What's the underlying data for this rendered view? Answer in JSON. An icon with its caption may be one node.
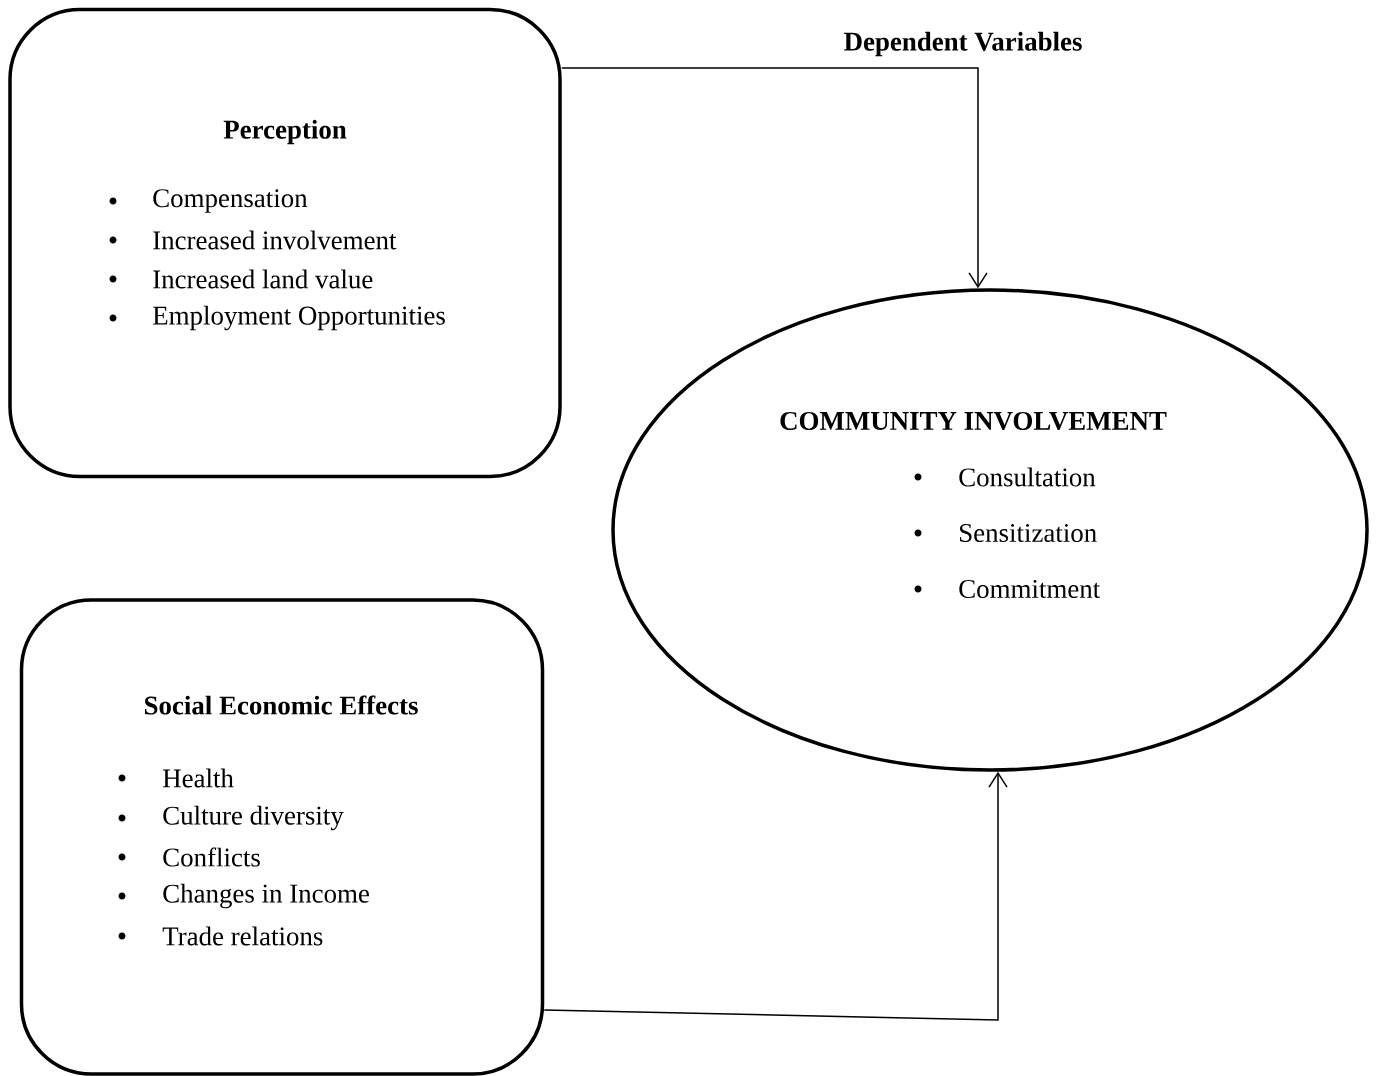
{
  "diagram": {
    "nodes": [
      {
        "text": [
          "Perception",
          "Compensation",
          "Increased involvement",
          "Increased land value",
          "Employment Opportunities"
        ]
      },
      {
        "text": [
          "Social Economic Effects",
          "Health",
          "Culture diversity",
          "Conflicts",
          "Changes in Income",
          "Trade relations"
        ]
      },
      {
        "text": [
          "COMMUNITY INVOLVEMENT",
          "Consultation",
          "Sensitization",
          "Commitment"
        ]
      }
    ],
    "edges": [
      {
        "from": 0,
        "to": 2,
        "arrow": "to"
      },
      {
        "from": 1,
        "to": 2,
        "arrow": "to"
      }
    ],
    "labels": [
      "Dependent Variables"
    ]
  }
}
